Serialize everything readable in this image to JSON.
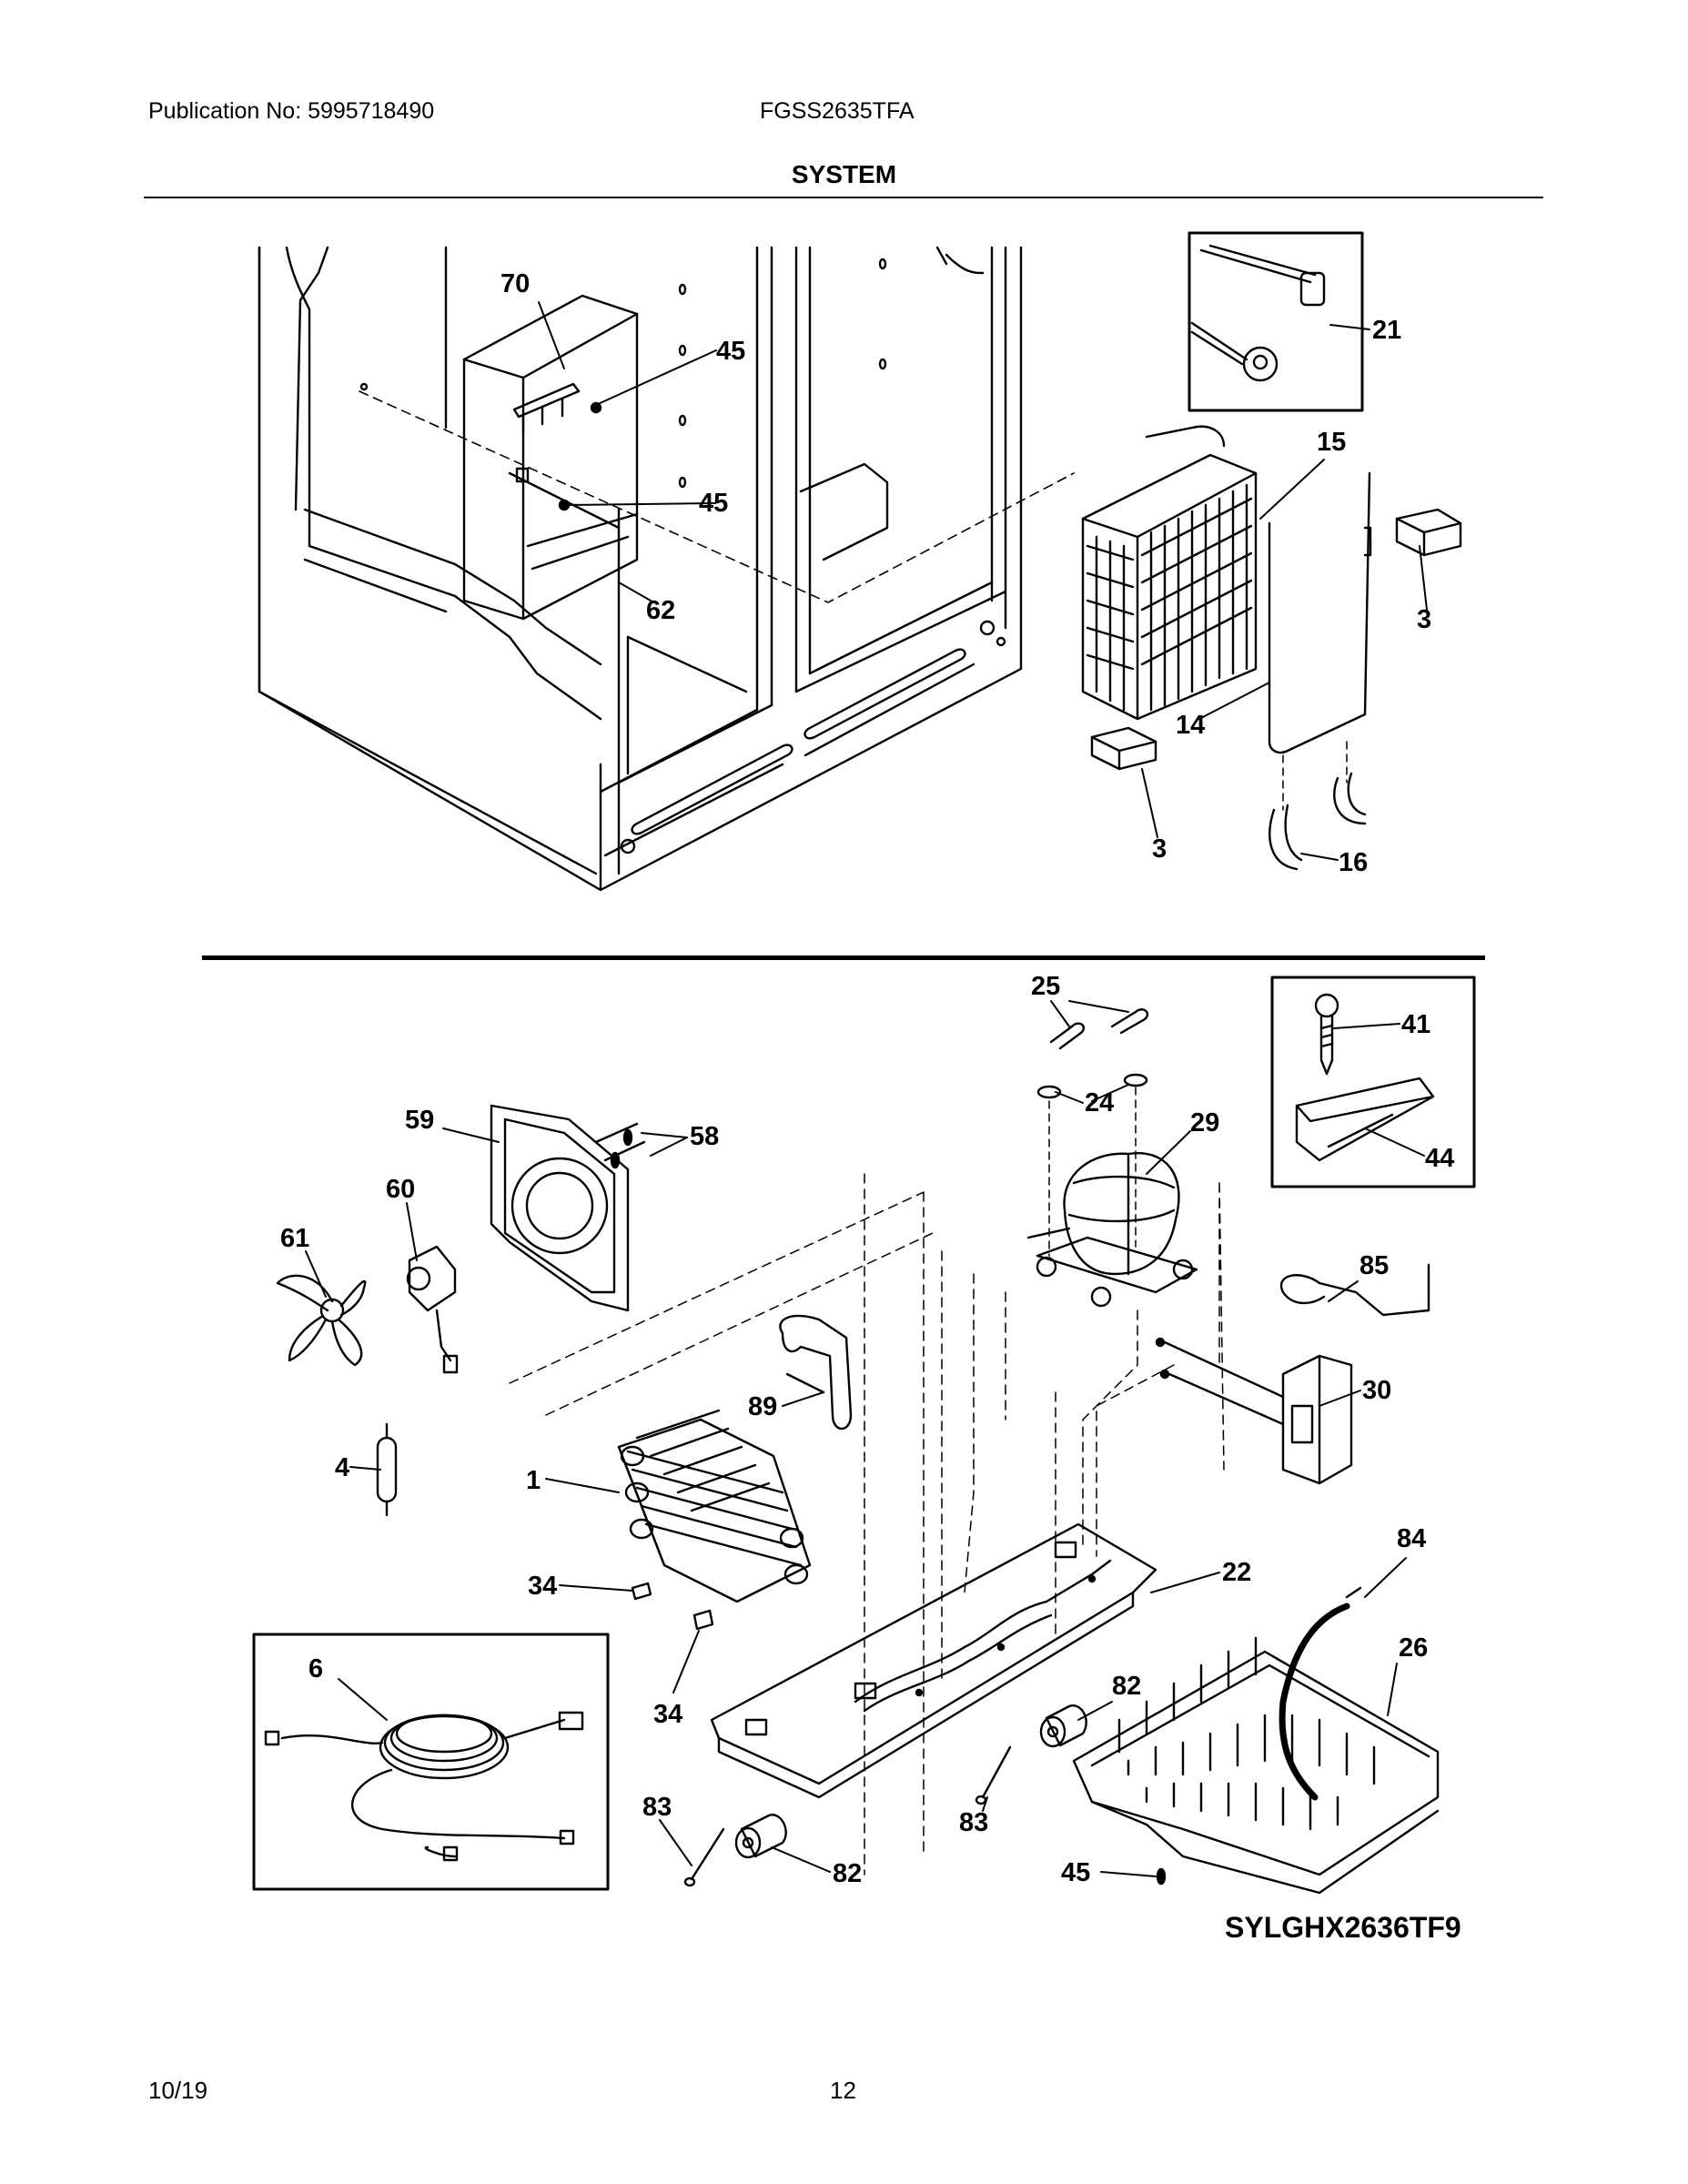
{
  "header": {
    "publication": "Publication No: 5995718490",
    "model": "FGSS2635TFA",
    "title": "SYSTEM"
  },
  "diagram_code": "SYLGHX2636TF9",
  "callouts": {
    "c70": "70",
    "c45a": "45",
    "c45b": "45",
    "c62": "62",
    "c21": "21",
    "c15": "15",
    "c3a": "3",
    "c14": "14",
    "c3b": "3",
    "c16": "16",
    "c25": "25",
    "c24": "24",
    "c29": "29",
    "c41": "41",
    "c44": "44",
    "c59": "59",
    "c58": "58",
    "c60": "60",
    "c61": "61",
    "c85": "85",
    "c30": "30",
    "c89": "89",
    "c4": "4",
    "c1": "1",
    "c34a": "34",
    "c34b": "34",
    "c22": "22",
    "c84": "84",
    "c26": "26",
    "c6": "6",
    "c82a": "82",
    "c83a": "83",
    "c83b": "83",
    "c82b": "82",
    "c45c": "45"
  },
  "footer": {
    "date": "10/19",
    "page": "12"
  }
}
